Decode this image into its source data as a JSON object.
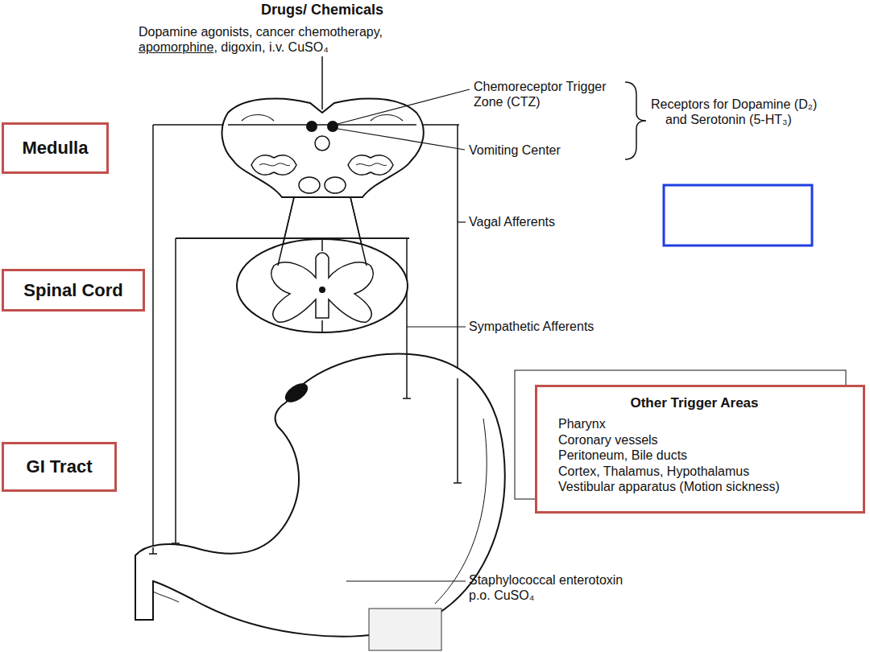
{
  "diagram": {
    "nodes": [
      {
        "text": [
          "Medulla"
        ]
      },
      {
        "text": [
          "Spinal Cord"
        ]
      },
      {
        "text": [
          "GI Tract"
        ]
      },
      {
        "text": [
          "Other Trigger Areas",
          "Pharynx",
          "Coronary vessels",
          "Peritoneum, Bile ducts",
          "Cortex, Thalamus, Hypothalamus",
          "Vestibular apparatus (Motion sickness)"
        ]
      }
    ],
    "labels": [
      "Drugs/ Chemicals",
      "Dopamine agonists, cancer chemotherapy,",
      "apomorphine",
      ", digoxin, i.v. CuSO₄",
      "Chemoreceptor Trigger Zone (CTZ)",
      "Receptors for Dopamine (D₂) and Serotonin (5-HT₃)",
      "Vomiting Center",
      "Vagal Afferents",
      "Sympathetic Afferents",
      "Staphylococcal enterotoxin p.o. CuSO₄"
    ]
  }
}
